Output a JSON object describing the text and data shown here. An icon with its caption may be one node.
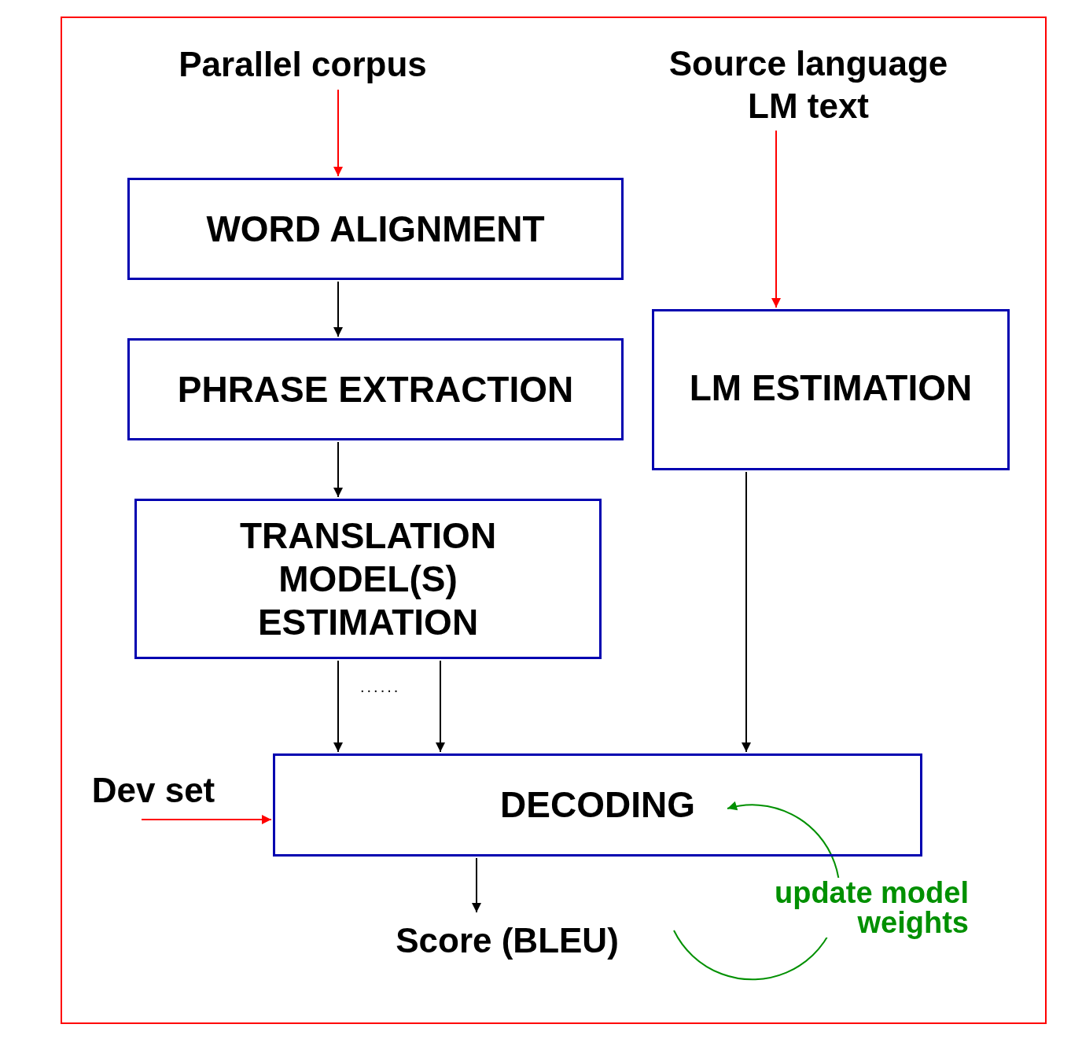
{
  "diagram": {
    "nodes": [
      {
        "text": [
          "Parallel corpus"
        ]
      },
      {
        "text": [
          "Source language LM text"
        ]
      },
      {
        "text": [
          "WORD ALIGNMENT"
        ]
      },
      {
        "text": [
          "PHRASE EXTRACTION"
        ]
      },
      {
        "text": [
          "LM ESTIMATION"
        ]
      },
      {
        "text": [
          "TRANSLATION MODEL(S) ESTIMATION"
        ]
      },
      {
        "text": [
          "Dev set"
        ]
      },
      {
        "text": [
          "DECODING"
        ]
      },
      {
        "text": [
          "Score (BLEU)"
        ]
      }
    ],
    "edges": [
      {
        "from": 0,
        "to": 2,
        "arrow": "to",
        "color": "#ff0000"
      },
      {
        "from": 1,
        "to": 4,
        "arrow": "to",
        "color": "#ff0000"
      },
      {
        "from": 2,
        "to": 3,
        "arrow": "to"
      },
      {
        "from": 3,
        "to": 5,
        "arrow": "to"
      },
      {
        "from": 5,
        "to": 7,
        "arrow": "to"
      },
      {
        "from": 5,
        "to": 7,
        "arrow": "to"
      },
      {
        "from": 4,
        "to": 7,
        "arrow": "to"
      },
      {
        "from": 6,
        "to": 7,
        "arrow": "to",
        "color": "#ff0000"
      },
      {
        "from": 7,
        "to": 8,
        "arrow": "to"
      },
      {
        "from": null,
        "to": 7,
        "arrow": "to",
        "label": "update model weights",
        "color": "#009000"
      }
    ],
    "labels": [
      "......"
    ]
  }
}
